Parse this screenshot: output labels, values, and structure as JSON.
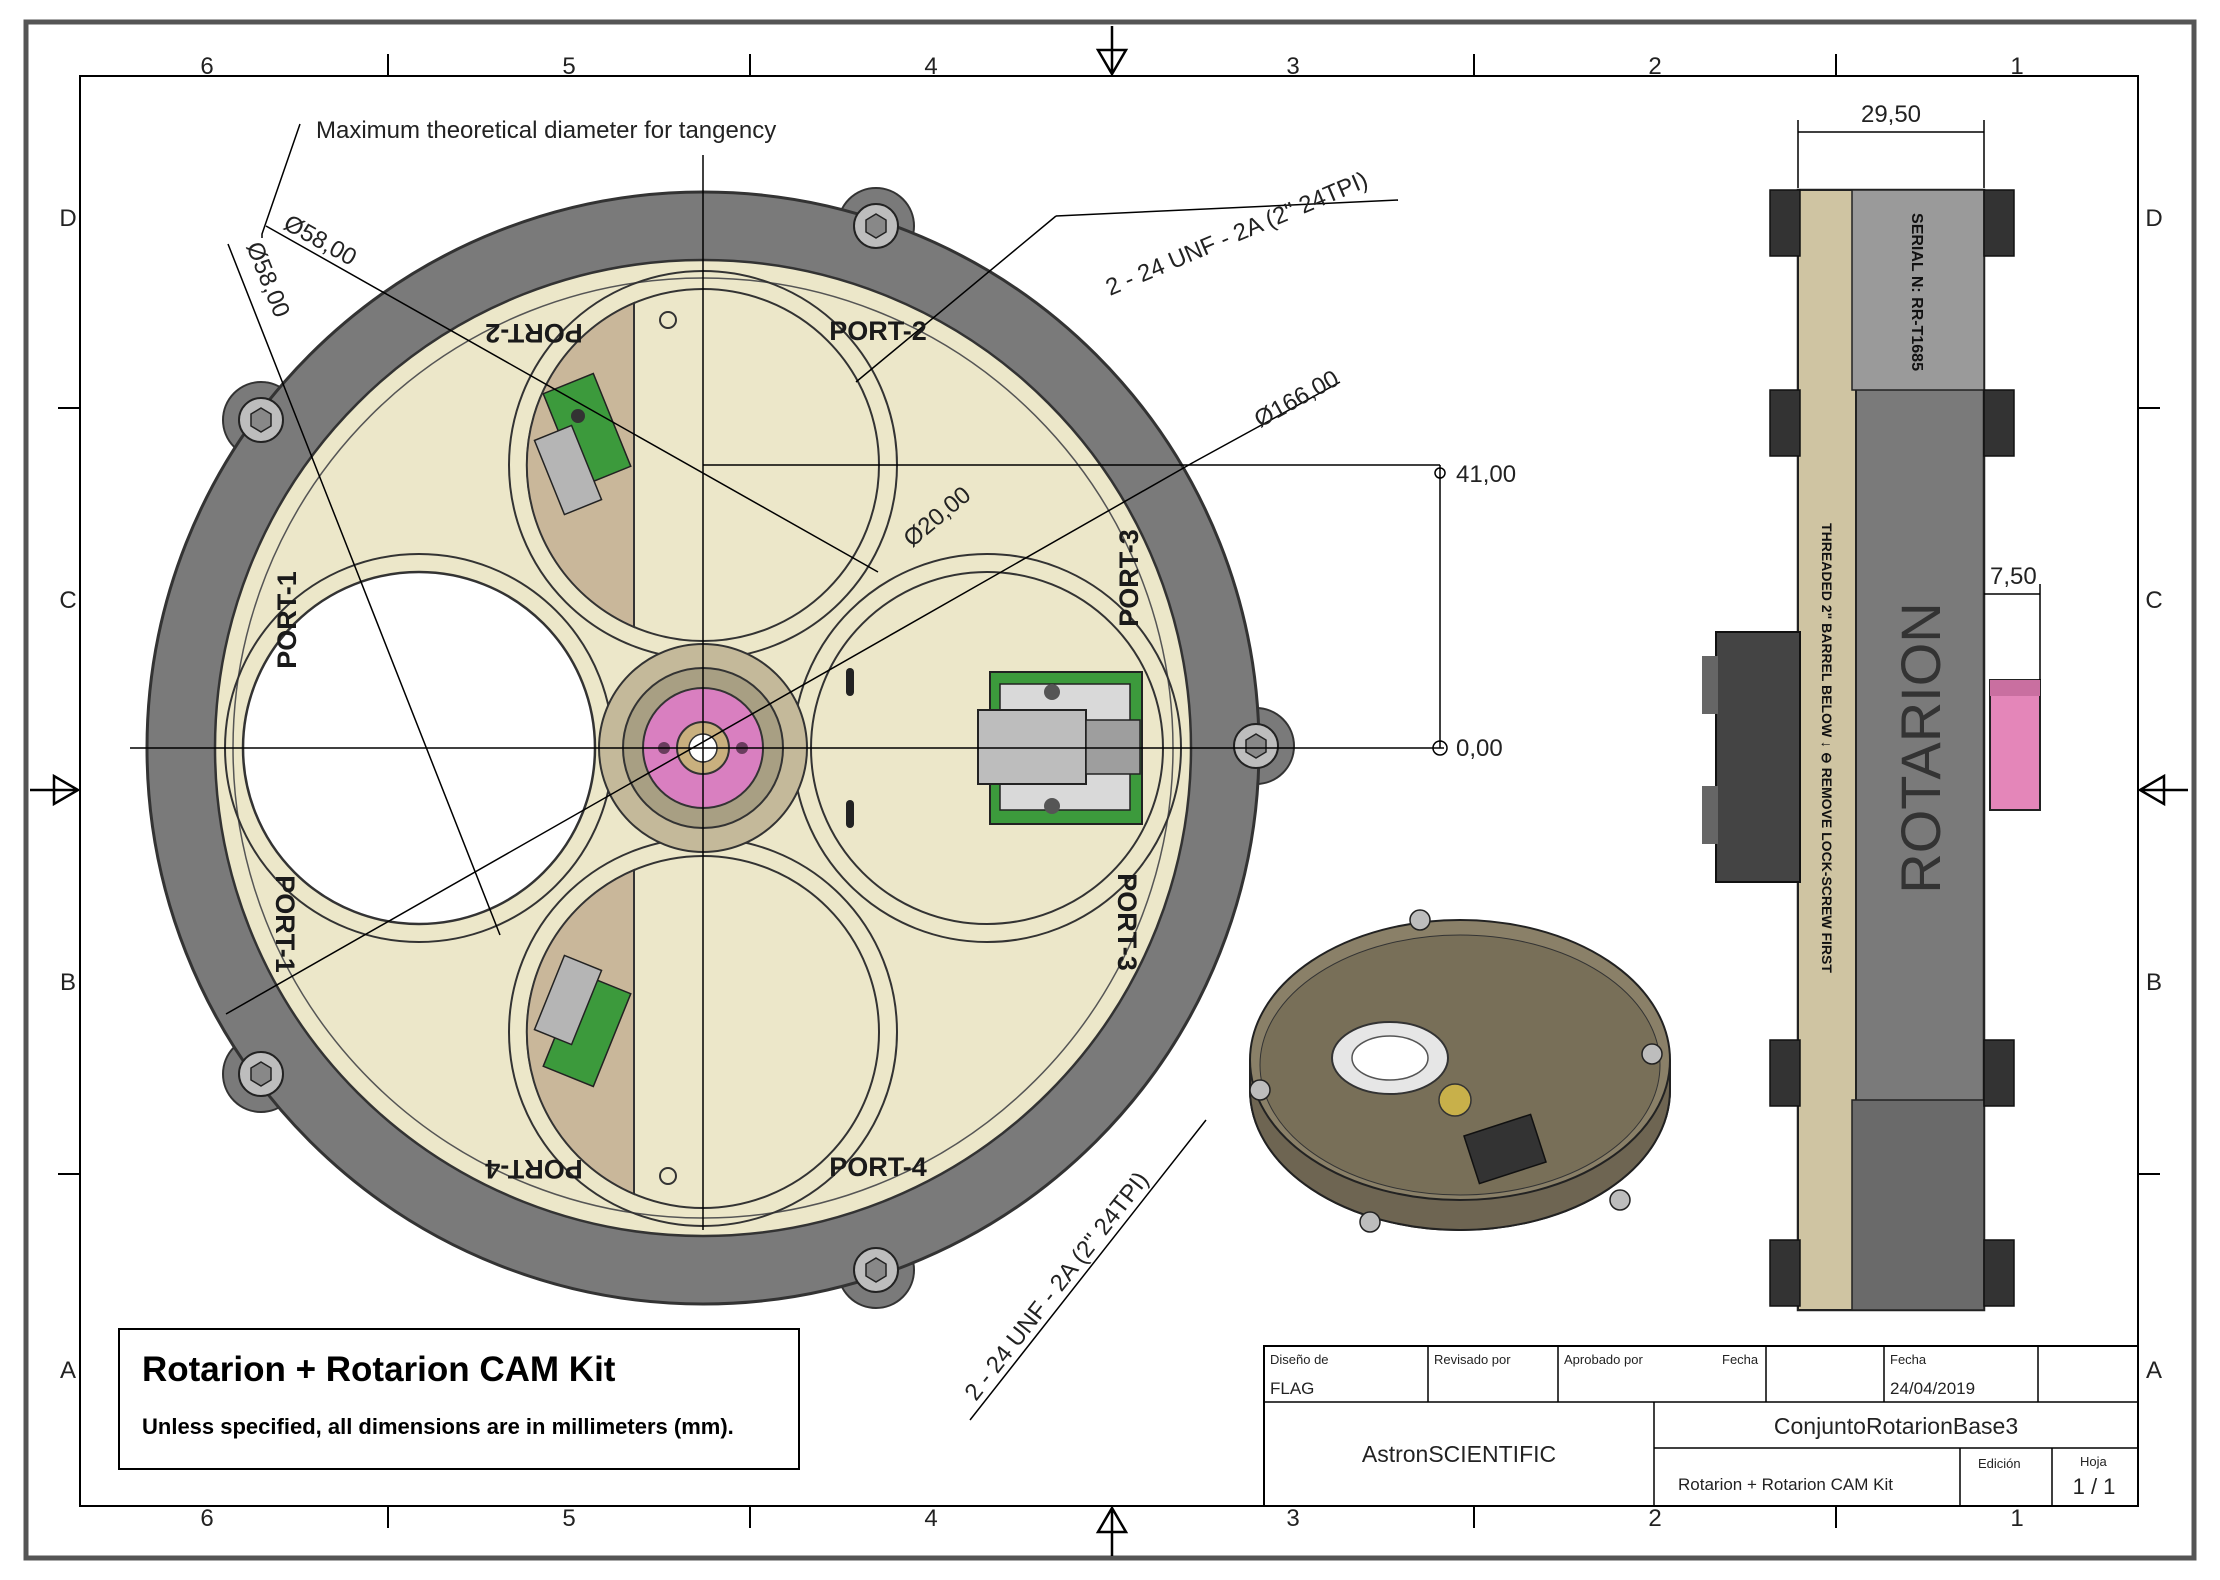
{
  "sheet": {
    "columns": [
      "6",
      "5",
      "4",
      "3",
      "2",
      "1"
    ],
    "rows": [
      "D",
      "C",
      "B",
      "A"
    ]
  },
  "annotations": {
    "max_diameter_note": "Maximum theoretical diameter for tangency",
    "dia_58_a": "Ø58,00",
    "dia_58_b": "Ø58,00",
    "thread_top": "2 - 24 UNF - 2A (2\" 24TPI)",
    "thread_bottom": "2 - 24 UNF - 2A (2\" 24TPI)",
    "dia_166": "Ø166,00",
    "dia_20": "Ø20,00",
    "ordinate_41": "41,00",
    "ordinate_0": "0,00",
    "width_29_50": "29,50",
    "width_7_50": "7,50"
  },
  "ports": {
    "port_1_upper": "PORT-1",
    "port_1_lower": "PORT-1",
    "port_2_left": "PORT-2",
    "port_2_right": "PORT-2",
    "port_3_upper": "PORT-3",
    "port_3_lower": "PORT-3",
    "port_4_left": "PORT-4",
    "port_4_right": "PORT-4"
  },
  "side_view": {
    "brand": "ROTARION",
    "engraving_top": "SERIAL N: RR-T1685",
    "engraving_main": "THREADED 2\" BARREL BELOW ↓ ⊖ REMOVE LOCK-SCREW FIRST"
  },
  "note_box": {
    "title": "Rotarion + Rotarion CAM Kit",
    "subtitle": "Unless specified, all dimensions are in millimeters (mm)."
  },
  "title_block": {
    "designed_by_label": "Diseño de",
    "designed_by_value": "FLAG",
    "reviewed_by_label": "Revisado por",
    "approved_by_label": "Aprobado por",
    "date_label_1": "Fecha",
    "date_label_2": "Fecha",
    "date_value": "24/04/2019",
    "company": "AstronSCIENTIFIC",
    "part_name": "ConjuntoRotarionBase3",
    "description": "Rotarion + Rotarion CAM Kit",
    "edition_label": "Edición",
    "sheet_label": "Hoja",
    "sheet_value": "1 / 1"
  },
  "colors": {
    "frame": "#444444",
    "housing": "#7a7a7a",
    "plate": "#ece7c9",
    "bearing_pink": "#d97fc0",
    "pcb_green": "#3c9a3c",
    "barrel_pink": "#e486b9"
  }
}
